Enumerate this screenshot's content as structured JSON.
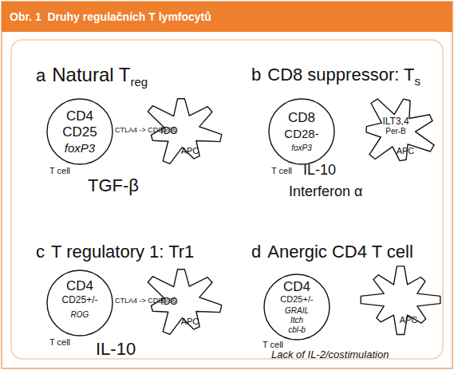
{
  "diagram": {
    "title": "Obr. 1  Druhy regulačních T lymfocytů",
    "nodes": [
      {
        "text": [
          "CD4",
          "CD25",
          "foxP3",
          "T cell"
        ]
      },
      {
        "text": [
          "IDO",
          "APC"
        ]
      },
      {
        "text": [
          "CD8",
          "CD28-",
          "foxP3",
          "T cell"
        ]
      },
      {
        "text": [
          "ILT3,4",
          "Per-B",
          "APC"
        ]
      },
      {
        "text": [
          "CD4",
          "CD25+/-",
          "ROG",
          "T cell"
        ]
      },
      {
        "text": [
          "IDO",
          "APC"
        ]
      },
      {
        "text": [
          "CD4",
          "CD25+/-",
          "GRAIL",
          "Itch",
          "cbl-b",
          "T cell"
        ]
      },
      {
        "text": [
          "APC"
        ]
      }
    ],
    "labels": [
      "a",
      "Natural T",
      "reg",
      "CTLA4 -> CD80/86",
      "TGF-β",
      "b",
      "CD8 suppressor: T",
      "s",
      "IL-10",
      "Interferon α",
      "c",
      "T regulatory 1: Tr1",
      "CTLA4 -> CD80/86",
      "IL-10",
      "d",
      "Anergic CD4 T cell",
      "Lack of IL-2/costimulation"
    ]
  }
}
